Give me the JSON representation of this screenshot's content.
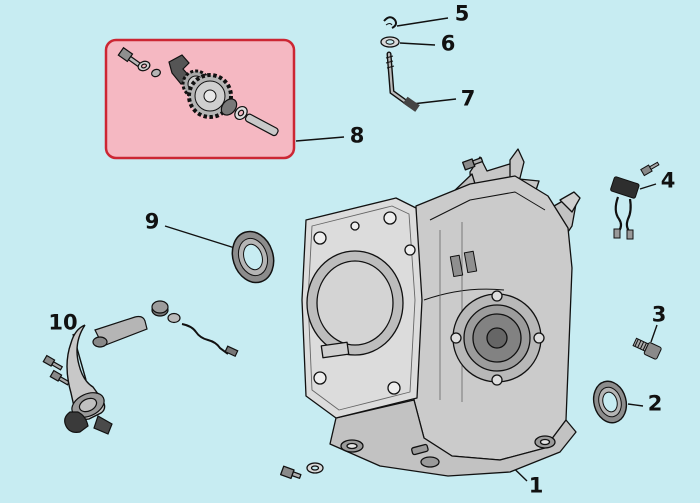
{
  "diagram": {
    "type": "exploded-parts-diagram",
    "background_color": "#c7ecf2",
    "line_color": "#111111",
    "highlight": {
      "fill": "#f5b8c2",
      "border": "#cc2633",
      "highlighted_callout": "8"
    },
    "callouts": [
      {
        "number": "1"
      },
      {
        "number": "2"
      },
      {
        "number": "3"
      },
      {
        "number": "4"
      },
      {
        "number": "5"
      },
      {
        "number": "6"
      },
      {
        "number": "7"
      },
      {
        "number": "8"
      },
      {
        "number": "9"
      },
      {
        "number": "10"
      }
    ]
  }
}
